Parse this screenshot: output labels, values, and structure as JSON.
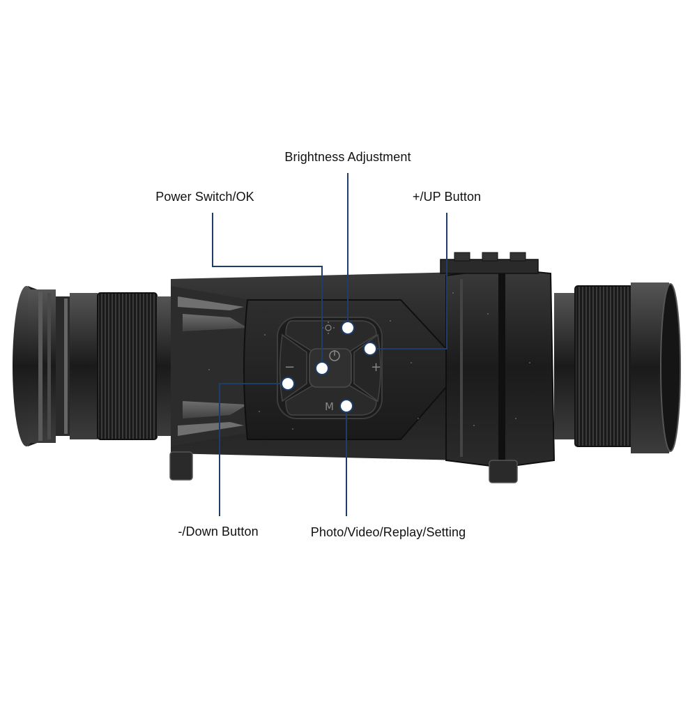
{
  "callouts": {
    "brightness": {
      "label": "Brightness Adjustment"
    },
    "power": {
      "label": "Power Switch/OK"
    },
    "up": {
      "label": "+/UP Button"
    },
    "down": {
      "label": "-/Down Button"
    },
    "photo": {
      "label": "Photo/Video/Replay/Setting"
    }
  },
  "device_markings": {
    "plus": "+",
    "minus": "−",
    "menu": "M"
  },
  "colors": {
    "leader_line": "#1d3d6b",
    "dot_fill": "#ffffff",
    "body_dark": "#1c1c1c",
    "body_mid": "#2a2a2a",
    "rubber": "#3a3a3a"
  }
}
